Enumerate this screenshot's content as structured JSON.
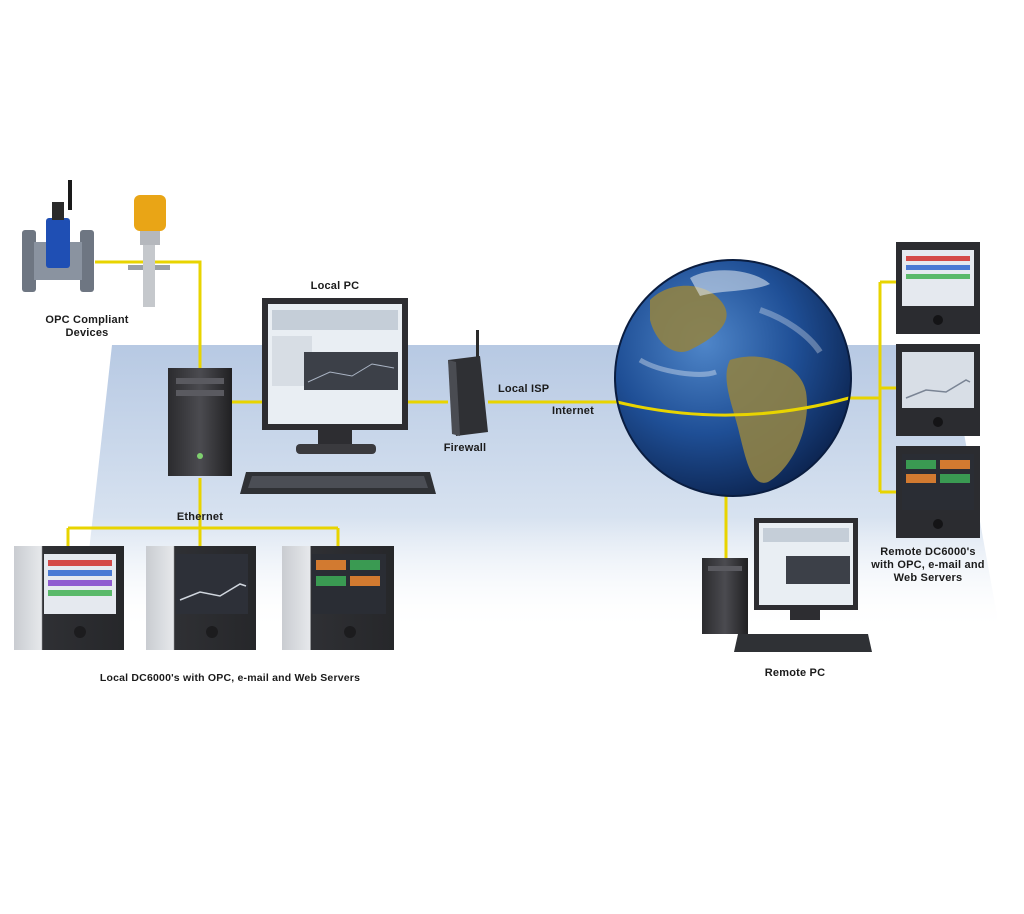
{
  "labels": {
    "opc_devices_line1": "OPC Compliant",
    "opc_devices_line2": "Devices",
    "local_pc": "Local PC",
    "firewall": "Firewall",
    "local_isp": "Local ISP",
    "internet": "Internet",
    "ethernet": "Ethernet",
    "local_recorders": "Local DC6000's with OPC, e-mail and Web Servers",
    "remote_pc": "Remote PC",
    "remote_recorders_line1": "Remote DC6000's",
    "remote_recorders_line2": "with OPC, e-mail and",
    "remote_recorders_line3": "Web Servers"
  },
  "colors": {
    "link_line": "#e8d400",
    "floor": "#c9d8ea",
    "device_body": "#3a3a3d",
    "screen": "#dfe6ee",
    "ocean": "#1e4f9a",
    "land": "#8a7a3a"
  }
}
